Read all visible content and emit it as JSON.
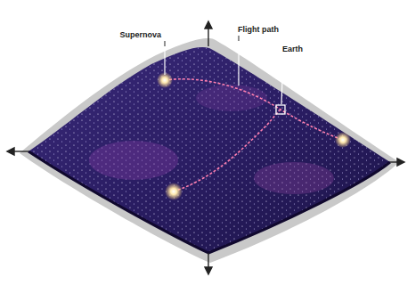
{
  "diagram": {
    "labels": [
      "Supernova",
      "Flight path",
      "Earth"
    ]
  }
}
